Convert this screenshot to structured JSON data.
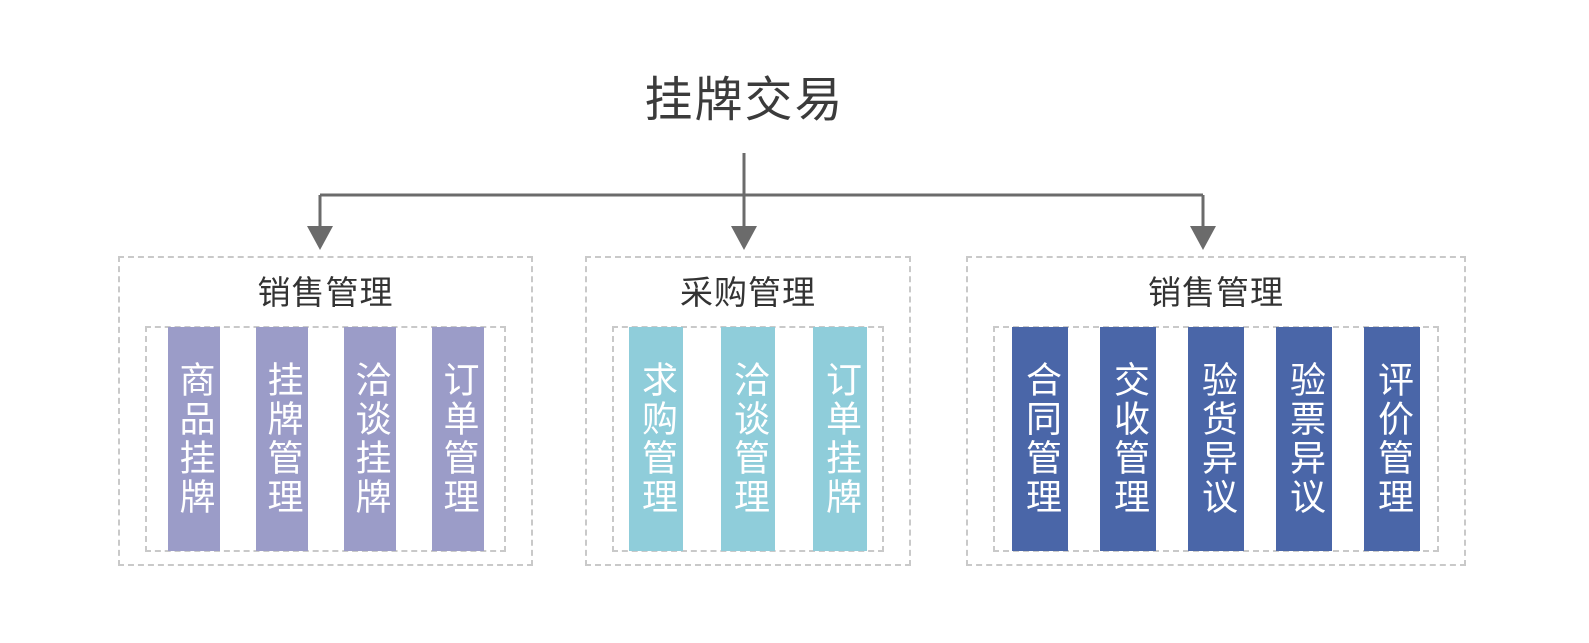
{
  "diagram": {
    "root": {
      "title": "挂牌交易"
    },
    "connector": {
      "line_color": "#6b6b6b",
      "style": "elbow-with-arrowheads",
      "branches": 3
    },
    "palette": {
      "purple": "#9b9cc8",
      "teal": "#8fcdda",
      "blue": "#4a66a8",
      "dashed_border": "#c9c9c9",
      "title_text": "#3b3b3b",
      "group_title_text": "#333333",
      "chip_text": "#ffffff",
      "background": "#ffffff"
    },
    "groups": [
      {
        "id": "sales-management-left",
        "title": "销售管理",
        "color": "#9b9cc8",
        "items": [
          {
            "label": "商品挂牌"
          },
          {
            "label": "挂牌管理"
          },
          {
            "label": "洽谈挂牌"
          },
          {
            "label": "订单管理"
          }
        ]
      },
      {
        "id": "procurement-management",
        "title": "采购管理",
        "color": "#8fcdda",
        "items": [
          {
            "label": "求购管理"
          },
          {
            "label": "洽谈管理"
          },
          {
            "label": "订单挂牌"
          }
        ]
      },
      {
        "id": "sales-management-right",
        "title": "销售管理",
        "color": "#4a66a8",
        "items": [
          {
            "label": "合同管理"
          },
          {
            "label": "交收管理"
          },
          {
            "label": "验货异议"
          },
          {
            "label": "验票异议"
          },
          {
            "label": "评价管理"
          }
        ]
      }
    ]
  }
}
